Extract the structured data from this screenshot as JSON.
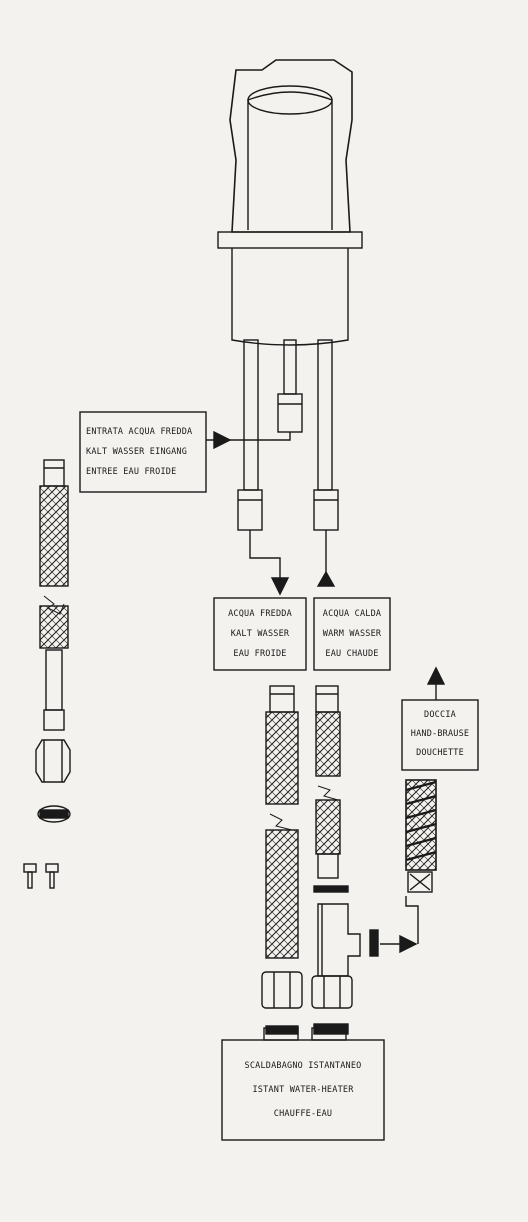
{
  "labels": {
    "cold_inlet": [
      "ENTRATA ACQUA FREDDA",
      "KALT WASSER EINGANG",
      "ENTREE EAU FROIDE"
    ],
    "cold_water": [
      "ACQUA FREDDA",
      "KALT WASSER",
      "EAU FROIDE"
    ],
    "hot_water": [
      "ACQUA CALDA",
      "WARM WASSER",
      "EAU CHAUDE"
    ],
    "shower": [
      "DOCCIA",
      "HAND-BRAUSE",
      "DOUCHETTE"
    ],
    "heater": [
      "SCALDABAGNO ISTANTANEO",
      "ISTANT WATER-HEATER",
      "CHAUFFE-EAU"
    ]
  },
  "colors": {
    "ink": "#1a1a1a",
    "paper": "#f4f2ee"
  }
}
